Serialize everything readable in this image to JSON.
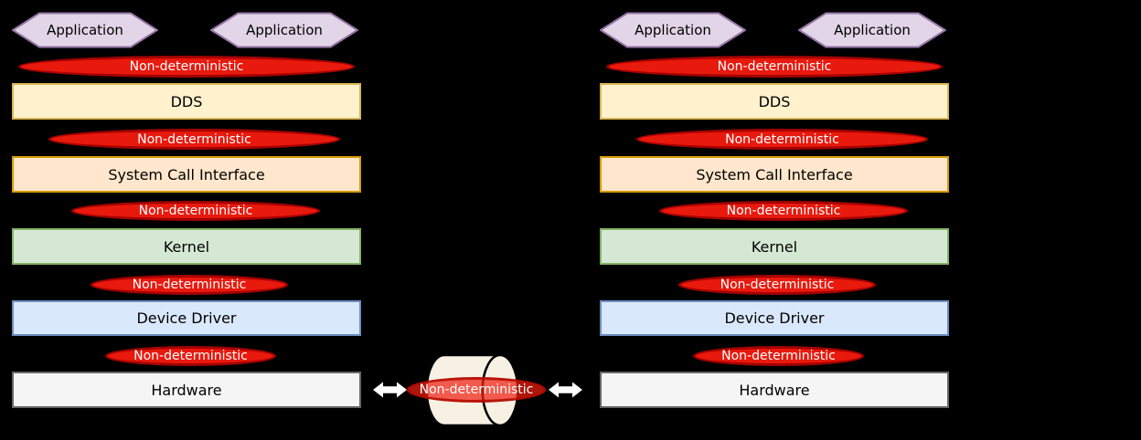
{
  "palette": {
    "background": "#000000",
    "non_deterministic_fill": "#E8190D",
    "non_deterministic_border": "#A60000",
    "non_deterministic_text": "#FFFFFF",
    "application_fill": "#E1D5E7",
    "application_border": "#9673A6",
    "dds_fill": "#FFF2CC",
    "dds_border": "#D6B656",
    "system_call_interface_fill": "#FFE6CC",
    "system_call_interface_border": "#D79B00",
    "kernel_fill": "#D5E8D4",
    "kernel_border": "#82B366",
    "device_driver_fill": "#DAE8FC",
    "device_driver_border": "#6C8EBF",
    "hardware_fill": "#F5F5F5",
    "hardware_border": "#666666",
    "cylinder_fill": "#F6F1E3",
    "cylinder_stroke": "#000000",
    "arrow_fill": "#FFFFFF"
  },
  "left_stack": {
    "applications": [
      "Application",
      "Application"
    ],
    "gaps": [
      "Non-deterministic",
      "Non-deterministic",
      "Non-deterministic",
      "Non-deterministic",
      "Non-deterministic"
    ],
    "layers": [
      "DDS",
      "System Call Interface",
      "Kernel",
      "Device Driver",
      "Hardware"
    ]
  },
  "right_stack": {
    "applications": [
      "Application",
      "Application"
    ],
    "gaps": [
      "Non-deterministic",
      "Non-deterministic",
      "Non-deterministic",
      "Non-deterministic",
      "Non-deterministic"
    ],
    "layers": [
      "DDS",
      "System Call Interface",
      "Kernel",
      "Device Driver",
      "Hardware"
    ]
  },
  "center": {
    "interconnect_label": "Non-deterministic"
  }
}
